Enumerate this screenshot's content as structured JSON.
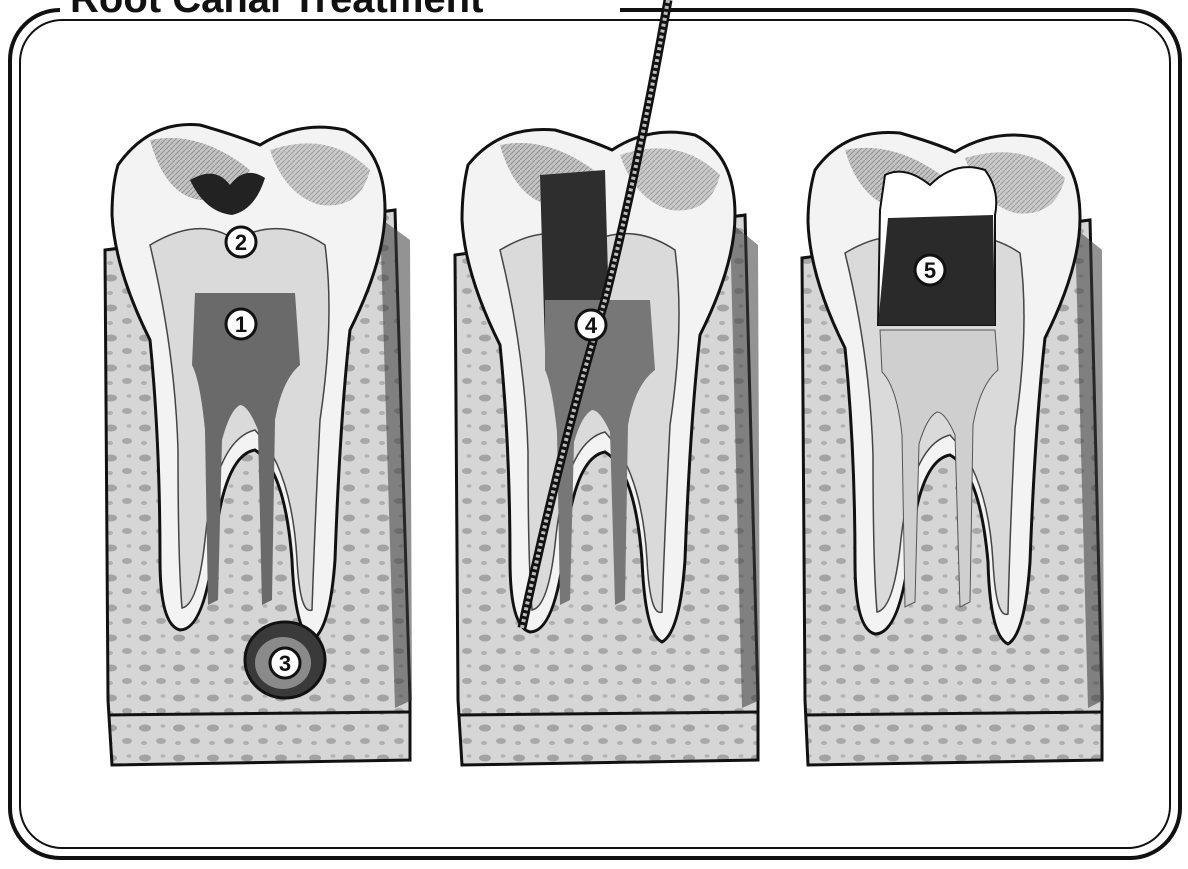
{
  "title": "Root Canal Treatment",
  "markers": [
    "1",
    "2",
    "3",
    "4",
    "5"
  ],
  "colors": {
    "ink": "#111111",
    "paper": "#ffffff",
    "enamel": "#f4f4f4",
    "enamel_shade": "#9a9a9a",
    "dentin": "#dcdcdc",
    "pulp": "#5a5a5a",
    "bone": "#cfcfcf",
    "bone_spot": "#9c9c9c",
    "filling": "#2a2a2a"
  }
}
